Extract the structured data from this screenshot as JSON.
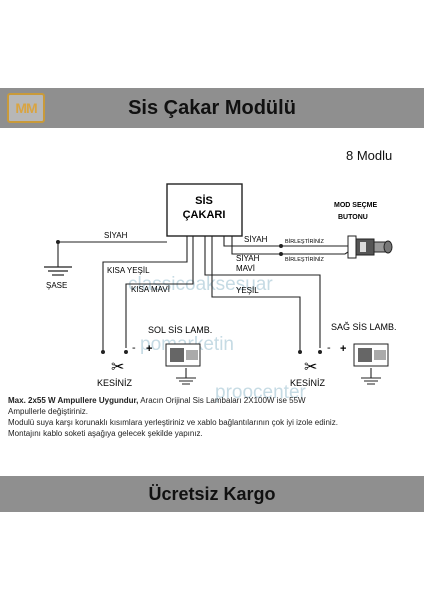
{
  "header": {
    "logo_text": "MM",
    "title": "Sis Çakar Modülü"
  },
  "footer": {
    "label": "Ücretsiz Kargo"
  },
  "diagram": {
    "mode_count": "8 Modlu",
    "module_label_line1": "SİS",
    "module_label_line2": "ÇAKARI",
    "mode_button_line1": "MOD SEÇME",
    "mode_button_line2": "BUTONU",
    "wire_black_left": "SİYAH",
    "wire_black_right_1": "SİYAH",
    "wire_black_right_2": "SİYAH",
    "join_1": "BİRLEŞTİRİNİZ",
    "join_2": "BİRLEŞTİRİNİZ",
    "wire_short_green": "KISA YEŞİL",
    "wire_short_blue": "KISA MAVİ",
    "wire_blue": "MAVİ",
    "wire_green": "YEŞİL",
    "chassis": "ŞASE",
    "left_fog_lamp": "SOL SİS LAMB.",
    "right_fog_lamp": "SAĞ SİS LAMB.",
    "cut_left": "KESİNİZ",
    "cut_right": "KESİNİZ",
    "plus_left": "+",
    "minus_left": "-",
    "plus_right": "+",
    "minus_right": "-"
  },
  "notes": {
    "line1_bold": "Max. 2x55 W Ampullere  Uygundur,",
    "line1_rest": " Aracın Orijinal Sis Lambaları 2X100W ise 55W",
    "line2": "Ampullerle değiştiriniz.",
    "line3": "Modulü suya karşı korunaklı kısımlara yerleştiriniz ve xablo bağlantılarının çok iyi izole ediniz.",
    "line4": "Montajını  kablo soketi aşağıya gelecek şekilde yapınız."
  },
  "watermark": {
    "line1": "classicoaksesuar",
    "line2": "pomarketin",
    "line3": "proocenter"
  },
  "colors": {
    "bar": "#8f8f8f",
    "logo_gold": "#d9a441",
    "watermark": "#c6dbe4",
    "line": "#222222"
  }
}
